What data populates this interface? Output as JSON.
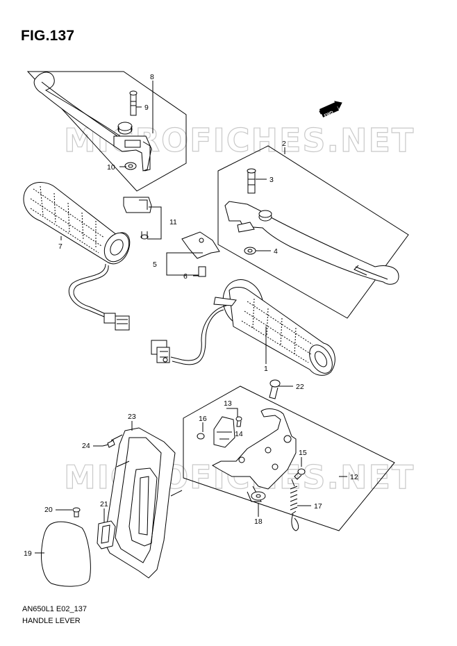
{
  "figure": {
    "title": "FIG.137",
    "model_code": "AN650L1 E02_137",
    "name": "HANDLE LEVER"
  },
  "watermark": "MICROFICHES.NET",
  "direction_badge": "FWD",
  "callouts": [
    "1",
    "2",
    "3",
    "4",
    "5",
    "6",
    "7",
    "8",
    "9",
    "10",
    "11",
    "12",
    "13",
    "14",
    "15",
    "16",
    "17",
    "18",
    "19",
    "20",
    "21",
    "22",
    "23",
    "24"
  ],
  "colors": {
    "ink": "#000000",
    "watermark": "#c9c9c9",
    "paper": "#ffffff"
  }
}
